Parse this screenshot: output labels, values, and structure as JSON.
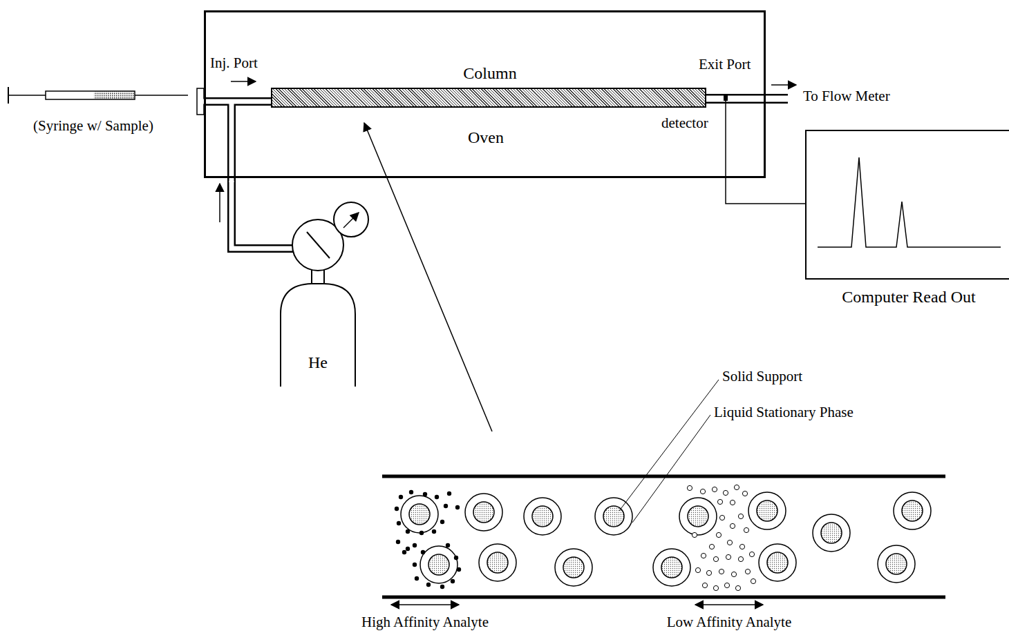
{
  "diagram": {
    "nodes": [
      {
        "text": [
          "Oven"
        ]
      },
      {
        "text": [
          "Column"
        ],
        "in": 0
      },
      {
        "text": [
          "He"
        ]
      },
      {
        "text": [
          "Computer Read Out"
        ]
      }
    ],
    "edges": [
      {
        "from": 2,
        "to": 0,
        "arrow": "none"
      }
    ],
    "labels": [
      "(Syringe w/ Sample)",
      "Inj. Port",
      "Exit Port",
      "To Flow Meter",
      "detector",
      "Solid Support",
      "Liquid Stationary Phase",
      "High Affinity Analyte",
      "Low Affinity Analyte"
    ]
  }
}
